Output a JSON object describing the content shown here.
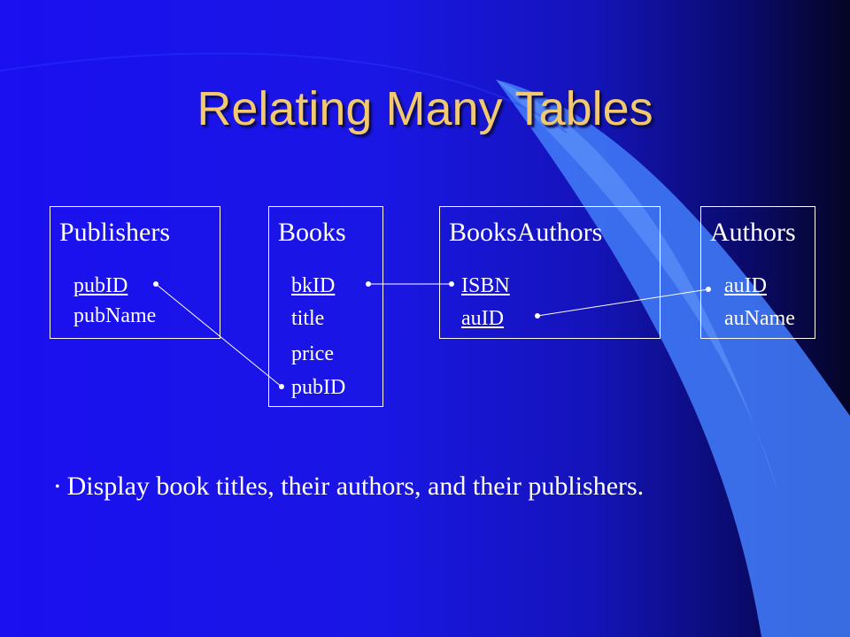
{
  "title": "Relating Many Tables",
  "tables": [
    {
      "name": "Publishers",
      "fields": [
        {
          "text": "pubID",
          "key": true
        },
        {
          "text": "pubName",
          "key": false
        }
      ]
    },
    {
      "name": "Books",
      "fields": [
        {
          "text": "bkID",
          "key": true
        },
        {
          "text": "title",
          "key": false
        },
        {
          "text": "price",
          "key": false
        },
        {
          "text": "pubID",
          "key": false
        }
      ]
    },
    {
      "name": "BooksAuthors",
      "fields": [
        {
          "text": "ISBN",
          "key": true
        },
        {
          "text": "auID",
          "key": true
        }
      ]
    },
    {
      "name": "Authors",
      "fields": [
        {
          "text": "auID",
          "key": true
        },
        {
          "text": "auName",
          "key": false
        }
      ]
    }
  ],
  "relationships": [
    {
      "from": "Publishers.pubID",
      "to": "Books.pubID"
    },
    {
      "from": "Books.bkID",
      "to": "BooksAuthors.ISBN"
    },
    {
      "from": "BooksAuthors.auID",
      "to": "Authors.auID"
    }
  ],
  "bullet": "Display book titles, their authors, and their publishers.",
  "colors": {
    "background": "#1a16e4",
    "title": "#f2c96e",
    "text": "#ffffff",
    "accent_swoosh": "#3f78f5"
  }
}
